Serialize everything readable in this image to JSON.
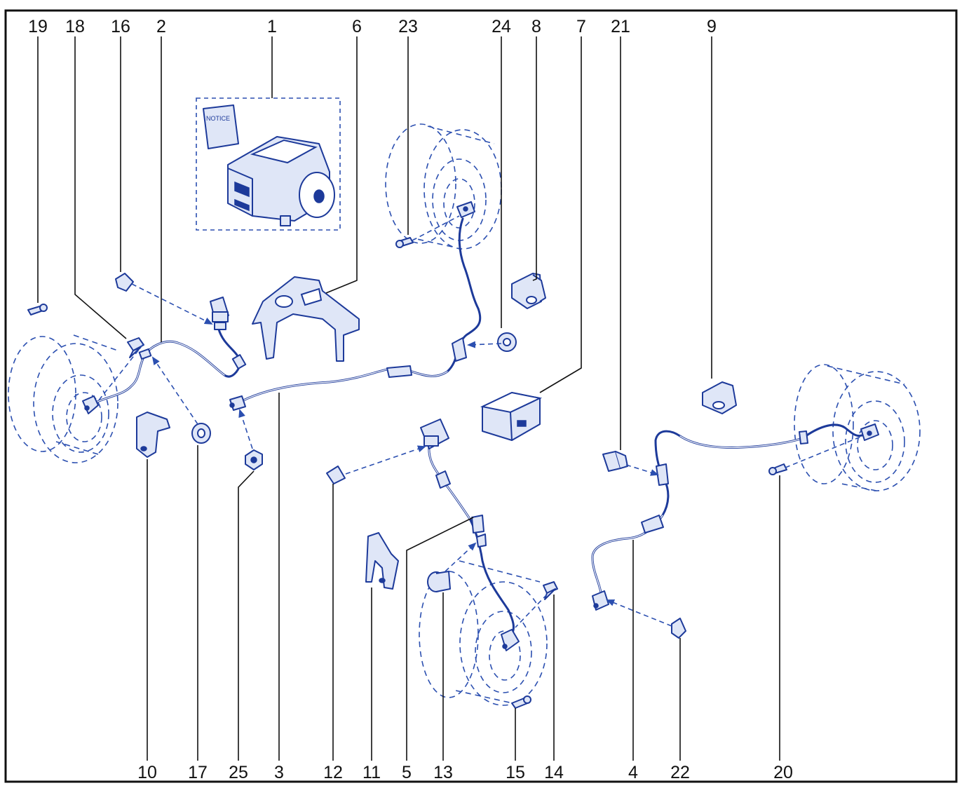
{
  "diagram": {
    "colors": {
      "line": "#1d3a9a",
      "frame": "#111111",
      "background": "#ffffff"
    },
    "booklet_text": "NOTICE",
    "callouts_top": [
      "19",
      "18",
      "16",
      "2",
      "1",
      "6",
      "23",
      "24",
      "8",
      "7",
      "21",
      "9"
    ],
    "callouts_bottom": [
      "10",
      "17",
      "25",
      "3",
      "12",
      "11",
      "5",
      "13",
      "15",
      "14",
      "4",
      "22",
      "20"
    ]
  }
}
